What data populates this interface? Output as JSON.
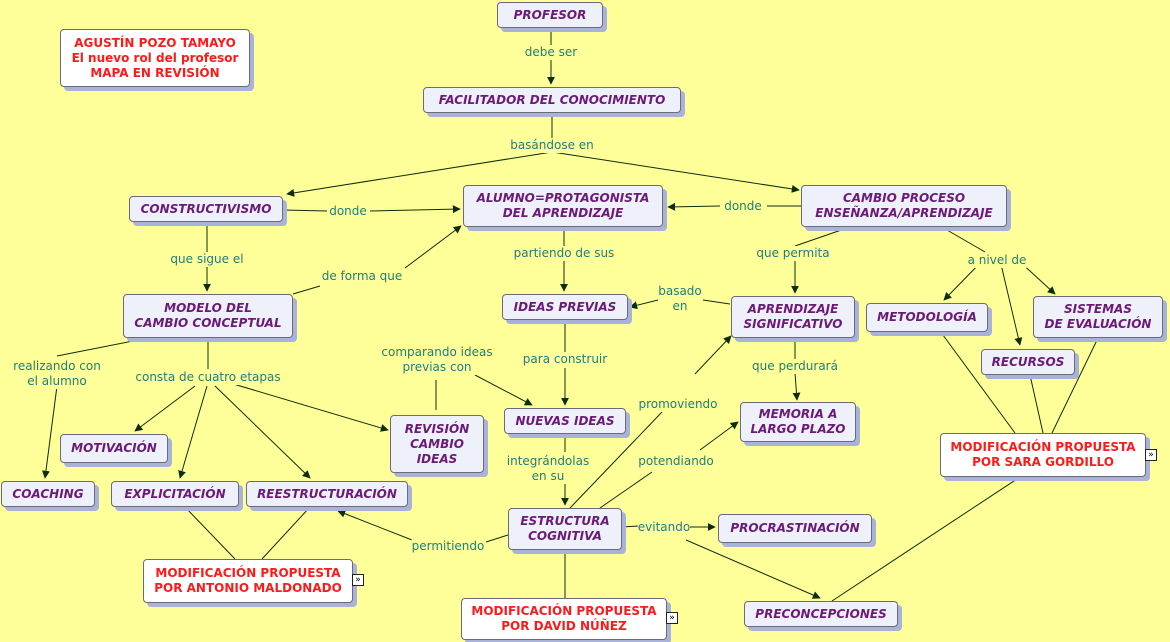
{
  "colors": {
    "background": "#FFFF99",
    "node_fill": "#EEF0FA",
    "node_text": "#6B1A78",
    "label_text": "#1E7E7E",
    "note_text": "#FF1A1A",
    "edge": "#0D2D0D"
  },
  "nodes": {
    "title": {
      "lines": [
        "AGUSTÍN POZO TAMAYO",
        "El nuevo rol del profesor",
        "MAPA EN REVISIÓN"
      ]
    },
    "profesor": {
      "lines": [
        "PROFESOR"
      ]
    },
    "facilitador": {
      "lines": [
        "FACILITADOR DEL CONOCIMIENTO"
      ]
    },
    "constructivismo": {
      "lines": [
        "CONSTRUCTIVISMO"
      ]
    },
    "alumno": {
      "lines": [
        "ALUMNO=PROTAGONISTA",
        "DEL APRENDIZAJE"
      ]
    },
    "cambio_proceso": {
      "lines": [
        "CAMBIO PROCESO",
        "ENSEÑANZA/APRENDIZAJE"
      ]
    },
    "modelo": {
      "lines": [
        "MODELO DEL",
        "CAMBIO CONCEPTUAL"
      ]
    },
    "ideas_previas": {
      "lines": [
        "IDEAS PREVIAS"
      ]
    },
    "aprendizaje": {
      "lines": [
        "APRENDIZAJE",
        "SIGNIFICATIVO"
      ]
    },
    "metodologia": {
      "lines": [
        "METODOLOGÍA"
      ]
    },
    "sistemas": {
      "lines": [
        "SISTEMAS",
        "DE EVALUACIÓN"
      ]
    },
    "recursos": {
      "lines": [
        "RECURSOS"
      ]
    },
    "motivacion": {
      "lines": [
        "MOTIVACIÓN"
      ]
    },
    "revision": {
      "lines": [
        "REVISIÓN",
        "CAMBIO",
        "IDEAS"
      ]
    },
    "nuevas_ideas": {
      "lines": [
        "NUEVAS IDEAS"
      ]
    },
    "memoria": {
      "lines": [
        "MEMORIA A",
        "LARGO PLAZO"
      ]
    },
    "mod_sara": {
      "lines": [
        "MODIFICACIÓN PROPUESTA",
        "POR SARA GORDILLO"
      ]
    },
    "coaching": {
      "lines": [
        "COACHING"
      ]
    },
    "explicitacion": {
      "lines": [
        "EXPLICITACIÓN"
      ]
    },
    "reestructuracion": {
      "lines": [
        "REESTRUCTURACIÓN"
      ]
    },
    "estructura": {
      "lines": [
        "ESTRUCTURA",
        "COGNITIVA"
      ]
    },
    "procrastinacion": {
      "lines": [
        "PROCRASTINACIÓN"
      ]
    },
    "mod_antonio": {
      "lines": [
        "MODIFICACIÓN PROPUESTA",
        "POR ANTONIO MALDONADO"
      ]
    },
    "preconcepciones": {
      "lines": [
        "PRECONCEPCIONES"
      ]
    },
    "mod_david": {
      "lines": [
        "MODIFICACIÓN PROPUESTA",
        "POR DAVID NÚÑEZ"
      ]
    }
  },
  "labels": {
    "debe_ser": {
      "lines": [
        "debe ser"
      ]
    },
    "basandose_en": {
      "lines": [
        "basándose en"
      ]
    },
    "donde_1": {
      "lines": [
        "donde"
      ]
    },
    "donde_2": {
      "lines": [
        "donde"
      ]
    },
    "que_sigue_el": {
      "lines": [
        "que sigue el"
      ]
    },
    "de_forma_que": {
      "lines": [
        "de forma que"
      ]
    },
    "partiendo_de_sus": {
      "lines": [
        "partiendo de sus"
      ]
    },
    "que_permita": {
      "lines": [
        "que permita"
      ]
    },
    "a_nivel_de": {
      "lines": [
        "a nivel de"
      ]
    },
    "basado_en": {
      "lines": [
        "basado",
        "en"
      ]
    },
    "realizando_con": {
      "lines": [
        "realizando con",
        "el alumno"
      ]
    },
    "consta_de": {
      "lines": [
        "consta de cuatro etapas"
      ]
    },
    "comparando": {
      "lines": [
        "comparando ideas",
        "previas con"
      ]
    },
    "para_construir": {
      "lines": [
        "para construir"
      ]
    },
    "que_perdurara": {
      "lines": [
        "que perdurará"
      ]
    },
    "promoviendo": {
      "lines": [
        "promoviendo"
      ]
    },
    "integrandolas": {
      "lines": [
        "integrándolas",
        "en su"
      ]
    },
    "potendiando": {
      "lines": [
        "potendiando"
      ]
    },
    "evitando": {
      "lines": [
        "evitando"
      ]
    },
    "permitiendo": {
      "lines": [
        "permitiendo"
      ]
    }
  },
  "expand_icon": "double-chevron-right-icon"
}
